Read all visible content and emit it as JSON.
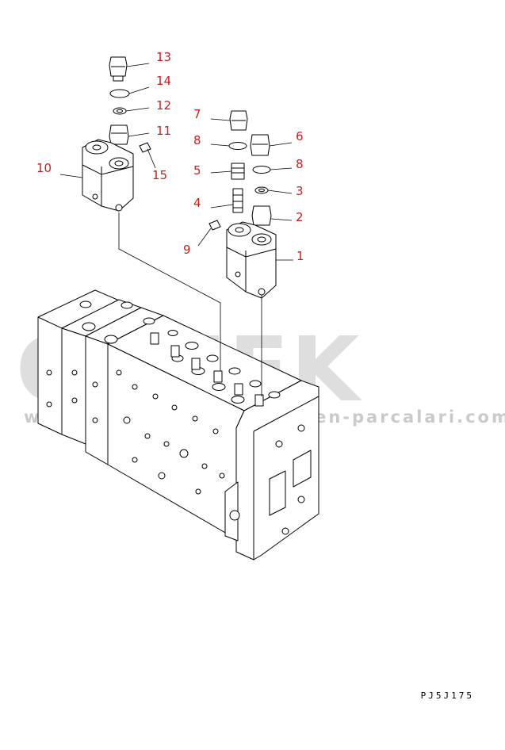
{
  "watermark": {
    "brand": "GENEK",
    "site": "www.ersatzteile-maschinen-parcalari.com.tr",
    "brand_color": "#d4d4d4"
  },
  "callouts": [
    {
      "id": "c1",
      "label": "1"
    },
    {
      "id": "c2",
      "label": "2"
    },
    {
      "id": "c3",
      "label": "3"
    },
    {
      "id": "c4",
      "label": "4"
    },
    {
      "id": "c5",
      "label": "5"
    },
    {
      "id": "c6",
      "label": "6"
    },
    {
      "id": "c7",
      "label": "7"
    },
    {
      "id": "c8a",
      "label": "8"
    },
    {
      "id": "c8b",
      "label": "8"
    },
    {
      "id": "c9",
      "label": "9"
    },
    {
      "id": "c10",
      "label": "10"
    },
    {
      "id": "c11",
      "label": "11"
    },
    {
      "id": "c12",
      "label": "12"
    },
    {
      "id": "c13",
      "label": "13"
    },
    {
      "id": "c14",
      "label": "14"
    },
    {
      "id": "c15",
      "label": "15"
    }
  ],
  "drawing_code": "PJ5J175",
  "colors": {
    "callout": "#c81e1e",
    "line": "#000000"
  }
}
